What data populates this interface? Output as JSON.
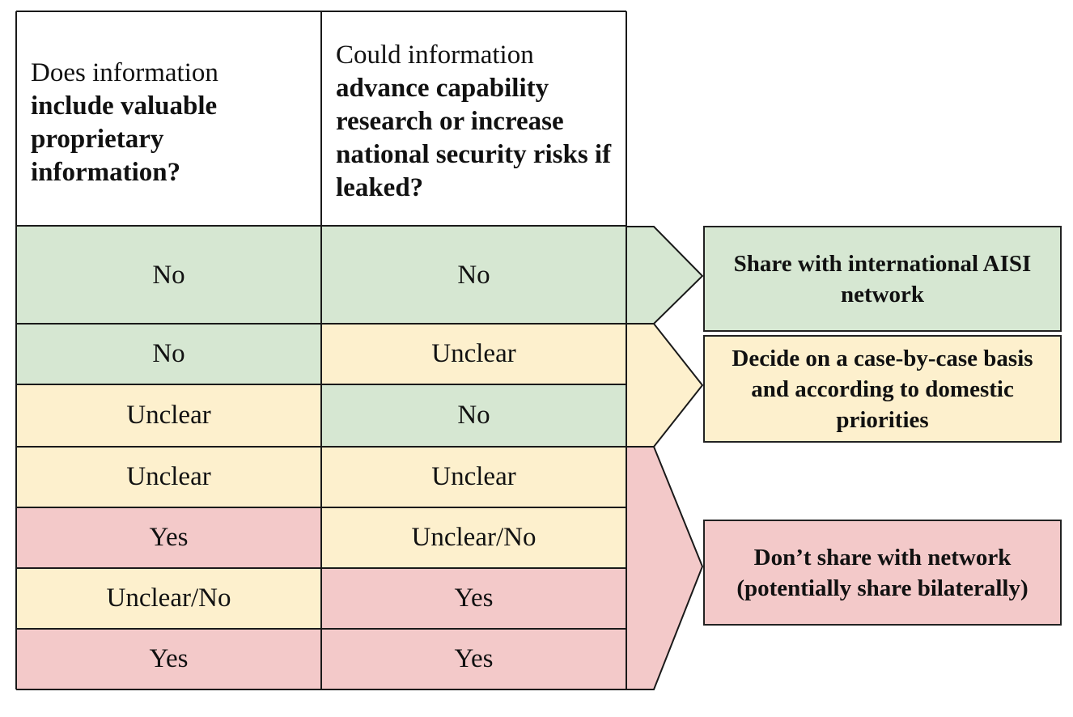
{
  "headers": {
    "col1": {
      "lead": "Does information",
      "bold": "include valuable proprietary information?"
    },
    "col2": {
      "lead": "Could information",
      "bold": "advance capability research or increase national security risks if leaked?"
    }
  },
  "rows": [
    {
      "proprietary": "No",
      "proprietary_level": "green",
      "risk": "No",
      "risk_level": "green",
      "outcome": 0
    },
    {
      "proprietary": "No",
      "proprietary_level": "green",
      "risk": "Unclear",
      "risk_level": "yellow",
      "outcome": 1
    },
    {
      "proprietary": "Unclear",
      "proprietary_level": "yellow",
      "risk": "No",
      "risk_level": "green",
      "outcome": 1
    },
    {
      "proprietary": "Unclear",
      "proprietary_level": "yellow",
      "risk": "Unclear",
      "risk_level": "yellow",
      "outcome": 2
    },
    {
      "proprietary": "Yes",
      "proprietary_level": "red",
      "risk": "Unclear/No",
      "risk_level": "yellow",
      "outcome": 2
    },
    {
      "proprietary": "Unclear/No",
      "proprietary_level": "yellow",
      "risk": "Yes",
      "risk_level": "red",
      "outcome": 2
    },
    {
      "proprietary": "Yes",
      "proprietary_level": "red",
      "risk": "Yes",
      "risk_level": "red",
      "outcome": 2
    }
  ],
  "outcomes": [
    {
      "label": "Share with international AISI network",
      "level": "green"
    },
    {
      "label": "Decide on a case-by-case basis and according to domestic priorities",
      "level": "yellow"
    },
    {
      "label": "Don’t share with network (potentially share bilaterally)",
      "level": "red"
    }
  ],
  "colors": {
    "green": "#d6e7d2",
    "yellow": "#fdf0cd",
    "red": "#f3c9c9",
    "border": "#1a1a1a"
  }
}
